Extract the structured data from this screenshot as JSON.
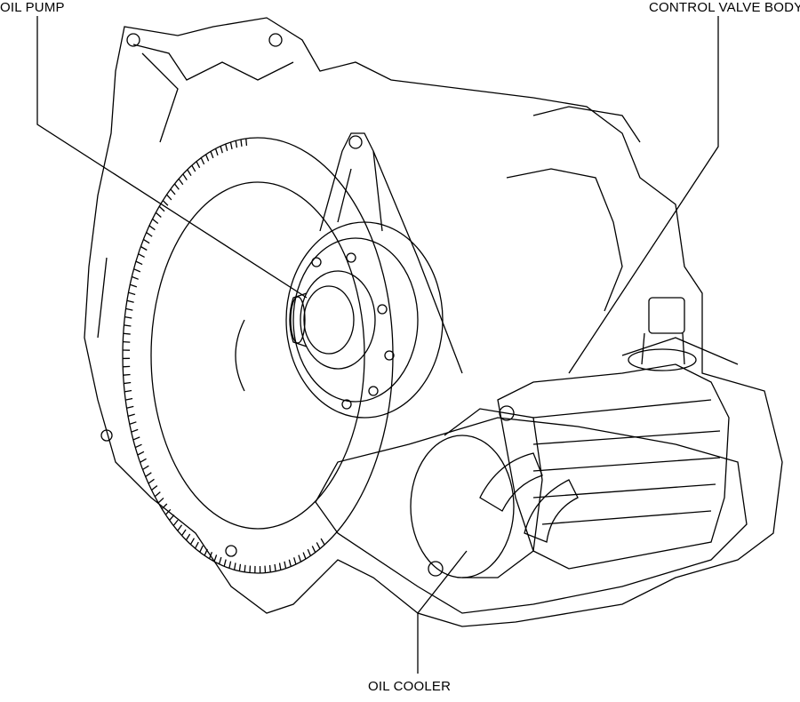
{
  "labels": {
    "oil_pump": "OIL PUMP",
    "control_valve_body": "CONTROL VALVE BODY",
    "oil_cooler": "OIL COOLER"
  },
  "colors": {
    "line": "#000000",
    "background": "#ffffff"
  }
}
